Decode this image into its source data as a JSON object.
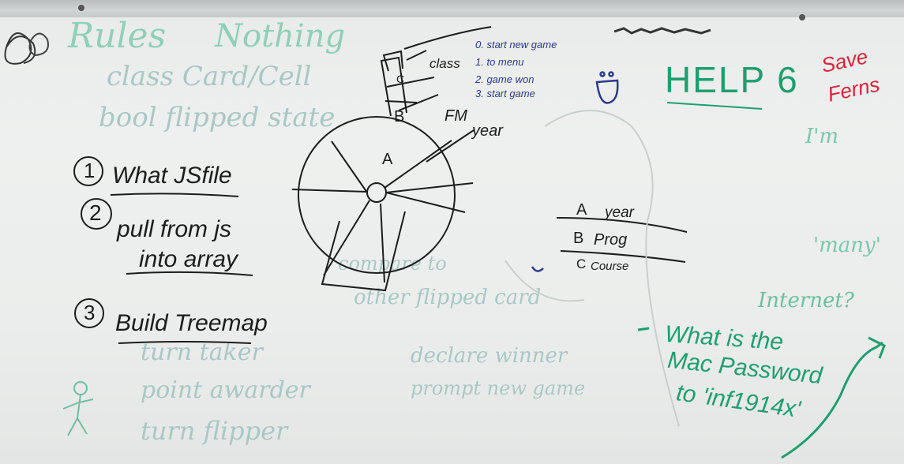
{
  "whiteboard": {
    "ghost_notes": {
      "rules": "Rules",
      "nothing": "Nothing",
      "class_card": "class Card/Cell",
      "bool_flipped": "bool flipped state",
      "compare_to": "compare to",
      "other_flipped": "other flipped card",
      "turn_taker": "turn taker",
      "point_awarder": "point awarder",
      "turn_flipper": "turn flipper",
      "declare_winner": "declare winner",
      "prompt_new_game": "prompt new game"
    },
    "steps": [
      {
        "num": "1",
        "text": "What JSfile"
      },
      {
        "num": "2",
        "text": "pull from js",
        "text2": "into array"
      },
      {
        "num": "3",
        "text": "Build Treemap"
      }
    ],
    "diagram": {
      "label_a": "A",
      "label_b": "B",
      "label_c": "C",
      "class_label": "class",
      "fm_label": "FM",
      "year_label": "year"
    },
    "menu_list": [
      "0. start new game",
      "1. to menu",
      "2. game won",
      "3. start game"
    ],
    "legend": [
      {
        "key": "A",
        "value": "year"
      },
      {
        "key": "B",
        "value": "Prog"
      },
      {
        "key": "C",
        "value": "Course"
      }
    ],
    "help": {
      "title": "HELP 6",
      "save_ferns_1": "Save",
      "save_ferns_2": "Ferns"
    },
    "question": {
      "line1": "What is the",
      "line2": "Mac Password",
      "line3": "to 'inf1914x'"
    },
    "ghost_right": {
      "im": "I'm",
      "many": "'many'",
      "internet": "Internet?"
    },
    "colors": {
      "board": "#ebedec",
      "black_marker": "#1c1c1c",
      "blue_marker": "#2b3a8a",
      "green_marker": "#1f9e6f",
      "red_marker": "#d9233a",
      "ghost": "#a9c8c4"
    }
  }
}
